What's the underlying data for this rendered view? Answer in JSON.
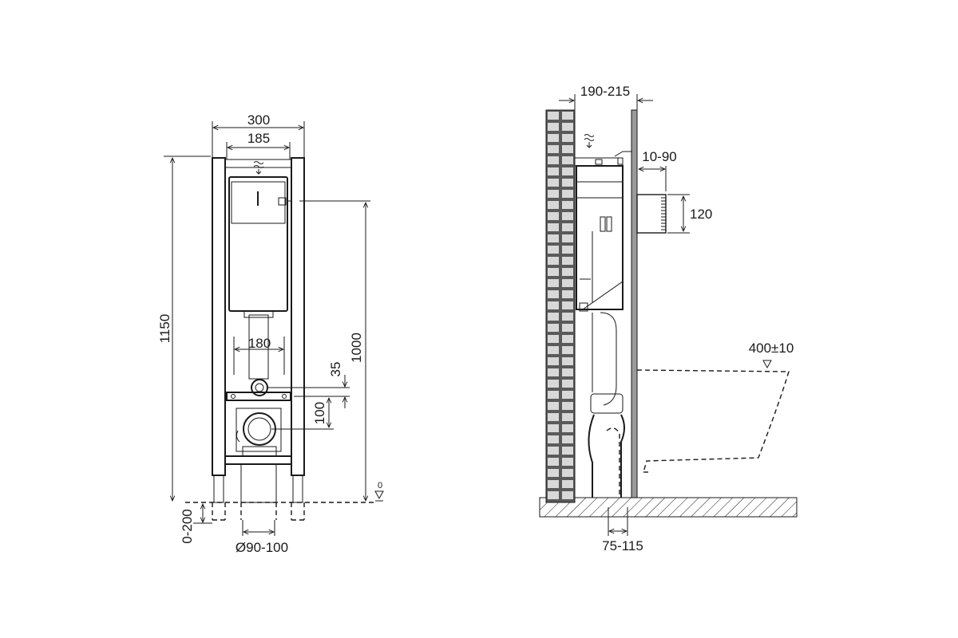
{
  "front_view": {
    "dims": {
      "width_total": "300",
      "width_inner": "185",
      "height_total": "1150",
      "height_flush": "1000",
      "pipe_spacing": "180",
      "offset_35": "35",
      "offset_100": "100",
      "leg_adjust": "0-200",
      "drain_diameter": "Ø90-100",
      "floor_level": "0"
    }
  },
  "side_view": {
    "dims": {
      "install_depth": "190-215",
      "wall_gap": "10-90",
      "pipe_height": "120",
      "bowl_height": "400±10",
      "drain_offset": "75-115"
    }
  }
}
